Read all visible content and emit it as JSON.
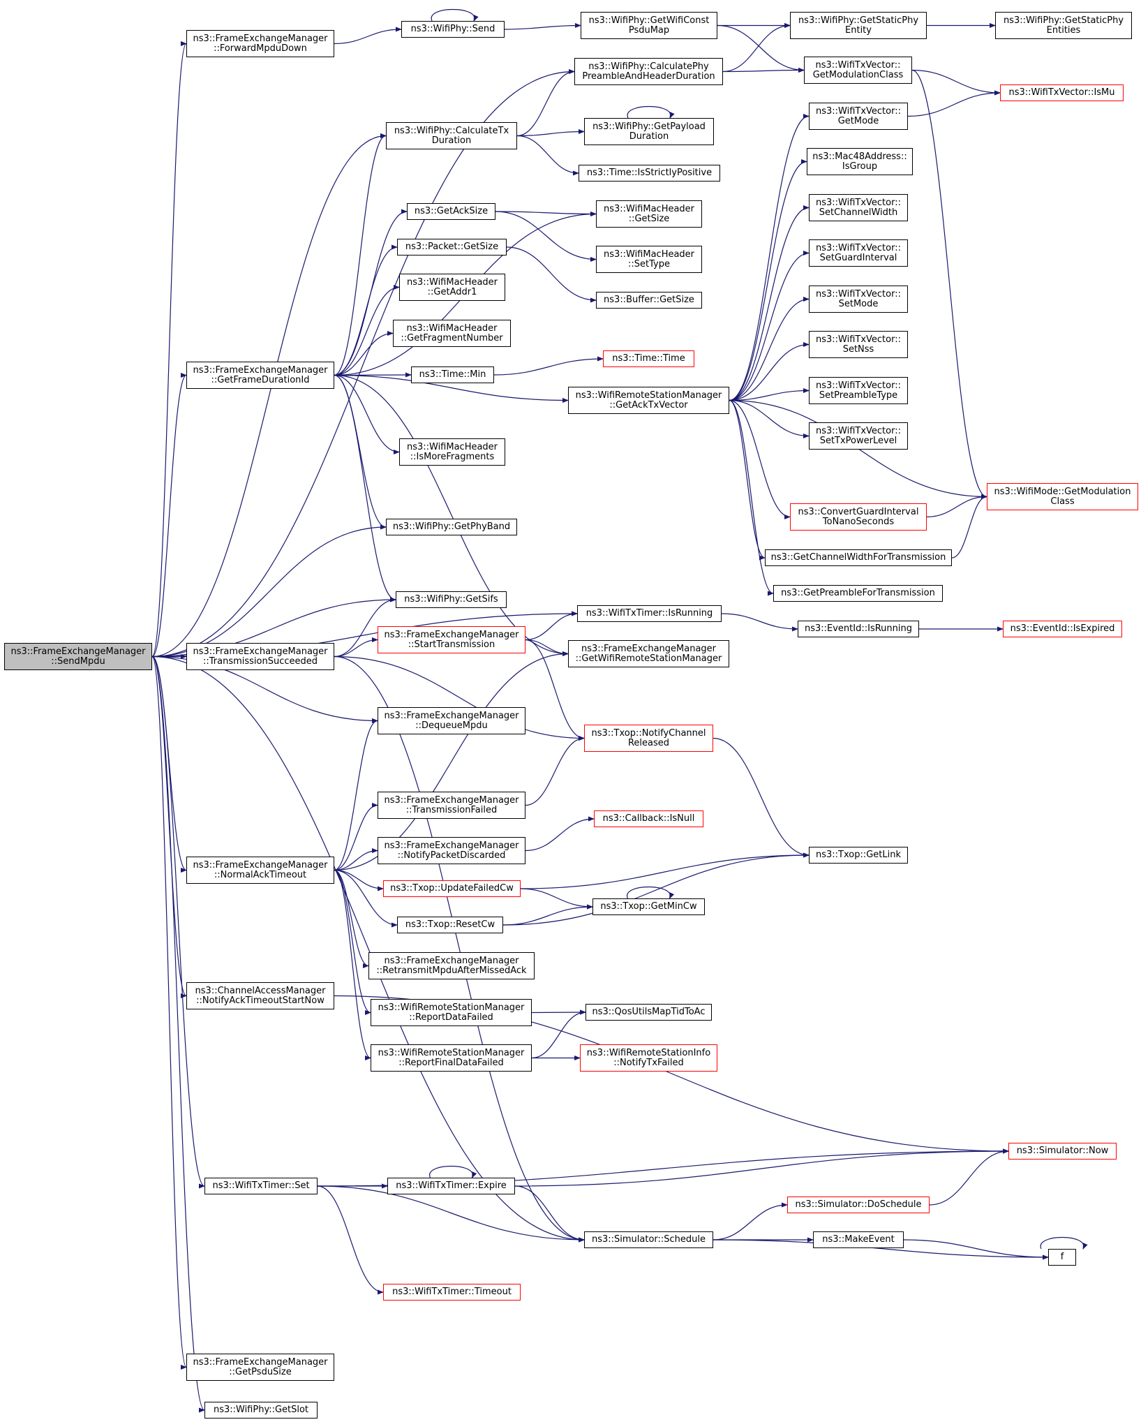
{
  "diagram": {
    "edge_color": "#191970",
    "highlight_fill": "#bfbfbf",
    "external_border_color": "#ff0000",
    "nodes": [
      {
        "id": "sendmpdu",
        "lines": [
          "ns3::FrameExchangeManager",
          "::SendMpdu"
        ],
        "style": "current"
      },
      {
        "id": "fwdmpdudown",
        "lines": [
          "ns3::FrameExchangeManager",
          "::ForwardMpduDown"
        ]
      },
      {
        "id": "wifiphysend",
        "lines": [
          "ns3::WifiPhy::Send"
        ]
      },
      {
        "id": "getwificonstpsdumap",
        "lines": [
          "ns3::WifiPhy::GetWifiConst",
          "PsduMap"
        ]
      },
      {
        "id": "getstaticphyentity",
        "lines": [
          "ns3::WifiPhy::GetStaticPhy",
          "Entity"
        ]
      },
      {
        "id": "getstaticphyentities",
        "lines": [
          "ns3::WifiPhy::GetStaticPhy",
          "Entities"
        ]
      },
      {
        "id": "calcpreamble",
        "lines": [
          "ns3::WifiPhy::CalculatePhy",
          "PreambleAndHeaderDuration"
        ]
      },
      {
        "id": "txvgetmodclass",
        "lines": [
          "ns3::WifiTxVector::",
          "GetModulationClass"
        ]
      },
      {
        "id": "txvismu",
        "lines": [
          "ns3::WifiTxVector::IsMu"
        ],
        "style": "red"
      },
      {
        "id": "calctxduration",
        "lines": [
          "ns3::WifiPhy::CalculateTx",
          "Duration"
        ]
      },
      {
        "id": "getpayloadduration",
        "lines": [
          "ns3::WifiPhy::GetPayload",
          "Duration"
        ]
      },
      {
        "id": "isstrictlypositive",
        "lines": [
          "ns3::Time::IsStrictlyPositive"
        ]
      },
      {
        "id": "txvgetmode",
        "lines": [
          "ns3::WifiTxVector::",
          "GetMode"
        ]
      },
      {
        "id": "macisgroup",
        "lines": [
          "ns3::Mac48Address::",
          "IsGroup"
        ]
      },
      {
        "id": "setchannelwidth",
        "lines": [
          "ns3::WifiTxVector::",
          "SetChannelWidth"
        ]
      },
      {
        "id": "setguardinterval",
        "lines": [
          "ns3::WifiTxVector::",
          "SetGuardInterval"
        ]
      },
      {
        "id": "setmode",
        "lines": [
          "ns3::WifiTxVector::",
          "SetMode"
        ]
      },
      {
        "id": "setnss",
        "lines": [
          "ns3::WifiTxVector::",
          "SetNss"
        ]
      },
      {
        "id": "setpreambletype",
        "lines": [
          "ns3::WifiTxVector::",
          "SetPreambleType"
        ]
      },
      {
        "id": "settxpowerlevel",
        "lines": [
          "ns3::WifiTxVector::",
          "SetTxPowerLevel"
        ]
      },
      {
        "id": "getacksize",
        "lines": [
          "ns3::GetAckSize"
        ]
      },
      {
        "id": "machdrgetsize",
        "lines": [
          "ns3::WifiMacHeader",
          "::GetSize"
        ]
      },
      {
        "id": "packetgetsize",
        "lines": [
          "ns3::Packet::GetSize"
        ]
      },
      {
        "id": "machdrsettype",
        "lines": [
          "ns3::WifiMacHeader",
          "::SetType"
        ]
      },
      {
        "id": "buffergetsize",
        "lines": [
          "ns3::Buffer::GetSize"
        ]
      },
      {
        "id": "getaddr1",
        "lines": [
          "ns3::WifiMacHeader",
          "::GetAddr1"
        ]
      },
      {
        "id": "getfragnum",
        "lines": [
          "ns3::WifiMacHeader",
          "::GetFragmentNumber"
        ]
      },
      {
        "id": "getframedurationid",
        "lines": [
          "ns3::FrameExchangeManager",
          "::GetFrameDurationId"
        ]
      },
      {
        "id": "timemin",
        "lines": [
          "ns3::Time::Min"
        ]
      },
      {
        "id": "timetime",
        "lines": [
          "ns3::Time::Time"
        ],
        "style": "red"
      },
      {
        "id": "getacktxvector",
        "lines": [
          "ns3::WifiRemoteStationManager",
          "::GetAckTxVector"
        ]
      },
      {
        "id": "ismorefragments",
        "lines": [
          "ns3::WifiMacHeader",
          "::IsMoreFragments"
        ]
      },
      {
        "id": "wifimodegetmodclass",
        "lines": [
          "ns3::WifiMode::GetModulation",
          "Class"
        ],
        "style": "red"
      },
      {
        "id": "convertgi",
        "lines": [
          "ns3::ConvertGuardInterval",
          "ToNanoSeconds"
        ],
        "style": "red"
      },
      {
        "id": "getphyband",
        "lines": [
          "ns3::WifiPhy::GetPhyBand"
        ]
      },
      {
        "id": "getchwidthfortx",
        "lines": [
          "ns3::GetChannelWidthForTransmission"
        ]
      },
      {
        "id": "getpreamblefortx",
        "lines": [
          "ns3::GetPreambleForTransmission"
        ]
      },
      {
        "id": "getsifs",
        "lines": [
          "ns3::WifiPhy::GetSifs"
        ]
      },
      {
        "id": "txtimerisrunning",
        "lines": [
          "ns3::WifiTxTimer::IsRunning"
        ]
      },
      {
        "id": "eventidisrunning",
        "lines": [
          "ns3::EventId::IsRunning"
        ]
      },
      {
        "id": "eventidisexpired",
        "lines": [
          "ns3::EventId::IsExpired"
        ],
        "style": "red"
      },
      {
        "id": "txsucceeded",
        "lines": [
          "ns3::FrameExchangeManager",
          "::TransmissionSucceeded"
        ]
      },
      {
        "id": "starttransmission",
        "lines": [
          "ns3::FrameExchangeManager",
          "::StartTransmission"
        ],
        "style": "red"
      },
      {
        "id": "getwifirsm",
        "lines": [
          "ns3::FrameExchangeManager",
          "::GetWifiRemoteStationManager"
        ]
      },
      {
        "id": "dequeuempdu",
        "lines": [
          "ns3::FrameExchangeManager",
          "::DequeueMpdu"
        ]
      },
      {
        "id": "notifychreleased",
        "lines": [
          "ns3::Txop::NotifyChannel",
          "Released"
        ],
        "style": "red"
      },
      {
        "id": "txfailed",
        "lines": [
          "ns3::FrameExchangeManager",
          "::TransmissionFailed"
        ]
      },
      {
        "id": "callbackisnull",
        "lines": [
          "ns3::Callback::IsNull"
        ],
        "style": "red"
      },
      {
        "id": "notifypktdiscarded",
        "lines": [
          "ns3::FrameExchangeManager",
          "::NotifyPacketDiscarded"
        ]
      },
      {
        "id": "txopgetlink",
        "lines": [
          "ns3::Txop::GetLink"
        ]
      },
      {
        "id": "normalacktimeout",
        "lines": [
          "ns3::FrameExchangeManager",
          "::NormalAckTimeout"
        ]
      },
      {
        "id": "updatefailedcw",
        "lines": [
          "ns3::Txop::UpdateFailedCw"
        ],
        "style": "red"
      },
      {
        "id": "getmincw",
        "lines": [
          "ns3::Txop::GetMinCw"
        ]
      },
      {
        "id": "resetcw",
        "lines": [
          "ns3::Txop::ResetCw"
        ]
      },
      {
        "id": "retransmitmpdu",
        "lines": [
          "ns3::FrameExchangeManager",
          "::RetransmitMpduAfterMissedAck"
        ]
      },
      {
        "id": "notifyacktimeoutstart",
        "lines": [
          "ns3::ChannelAccessManager",
          "::NotifyAckTimeoutStartNow"
        ]
      },
      {
        "id": "reportdatafailed",
        "lines": [
          "ns3::WifiRemoteStationManager",
          "::ReportDataFailed"
        ]
      },
      {
        "id": "qosutilsmaptid",
        "lines": [
          "ns3::QosUtilsMapTidToAc"
        ]
      },
      {
        "id": "reportfinaldatafailed",
        "lines": [
          "ns3::WifiRemoteStationManager",
          "::ReportFinalDataFailed"
        ]
      },
      {
        "id": "notifytxfailed",
        "lines": [
          "ns3::WifiRemoteStationInfo",
          "::NotifyTxFailed"
        ],
        "style": "red"
      },
      {
        "id": "simulatornow",
        "lines": [
          "ns3::Simulator::Now"
        ],
        "style": "red"
      },
      {
        "id": "txtimerset",
        "lines": [
          "ns3::WifiTxTimer::Set"
        ]
      },
      {
        "id": "txtimerexpire",
        "lines": [
          "ns3::WifiTxTimer::Expire"
        ]
      },
      {
        "id": "doschedule",
        "lines": [
          "ns3::Simulator::DoSchedule"
        ],
        "style": "red"
      },
      {
        "id": "simschedule",
        "lines": [
          "ns3::Simulator::Schedule"
        ]
      },
      {
        "id": "makeevent",
        "lines": [
          "ns3::MakeEvent"
        ]
      },
      {
        "id": "f",
        "lines": [
          "f"
        ]
      },
      {
        "id": "txtimertimeout",
        "lines": [
          "ns3::WifiTxTimer::Timeout"
        ],
        "style": "red"
      },
      {
        "id": "getpsdusize",
        "lines": [
          "ns3::FrameExchangeManager",
          "::GetPsduSize"
        ]
      },
      {
        "id": "getslot",
        "lines": [
          "ns3::WifiPhy::GetSlot"
        ]
      }
    ],
    "edges": [
      [
        "sendmpdu",
        "fwdmpdudown"
      ],
      [
        "sendmpdu",
        "calcpreamble"
      ],
      [
        "sendmpdu",
        "calctxduration"
      ],
      [
        "sendmpdu",
        "getframedurationid"
      ],
      [
        "sendmpdu",
        "getphyband"
      ],
      [
        "sendmpdu",
        "txtimerisrunning"
      ],
      [
        "sendmpdu",
        "getsifs"
      ],
      [
        "sendmpdu",
        "txsucceeded"
      ],
      [
        "sendmpdu",
        "dequeuempdu"
      ],
      [
        "sendmpdu",
        "normalacktimeout"
      ],
      [
        "sendmpdu",
        "notifyacktimeoutstart"
      ],
      [
        "sendmpdu",
        "txtimerset"
      ],
      [
        "sendmpdu",
        "simschedule"
      ],
      [
        "sendmpdu",
        "getpsdusize"
      ],
      [
        "sendmpdu",
        "getslot"
      ],
      [
        "fwdmpdudown",
        "wifiphysend"
      ],
      [
        "wifiphysend",
        "wifiphysend"
      ],
      [
        "wifiphysend",
        "getwificonstpsdumap"
      ],
      [
        "getwificonstpsdumap",
        "getstaticphyentity"
      ],
      [
        "getwificonstpsdumap",
        "txvgetmodclass"
      ],
      [
        "getstaticphyentity",
        "getstaticphyentities"
      ],
      [
        "calcpreamble",
        "getstaticphyentity"
      ],
      [
        "calcpreamble",
        "txvgetmodclass"
      ],
      [
        "txvgetmodclass",
        "txvismu"
      ],
      [
        "txvgetmodclass",
        "wifimodegetmodclass"
      ],
      [
        "calctxduration",
        "calcpreamble"
      ],
      [
        "calctxduration",
        "getpayloadduration"
      ],
      [
        "calctxduration",
        "isstrictlypositive"
      ],
      [
        "getpayloadduration",
        "getpayloadduration"
      ],
      [
        "txvgetmode",
        "txvismu"
      ],
      [
        "getframedurationid",
        "calctxduration"
      ],
      [
        "getframedurationid",
        "machdrgetsize"
      ],
      [
        "getframedurationid",
        "getacksize"
      ],
      [
        "getframedurationid",
        "packetgetsize"
      ],
      [
        "getframedurationid",
        "getaddr1"
      ],
      [
        "getframedurationid",
        "getfragnum"
      ],
      [
        "getframedurationid",
        "timemin"
      ],
      [
        "getframedurationid",
        "getacktxvector"
      ],
      [
        "getframedurationid",
        "ismorefragments"
      ],
      [
        "getframedurationid",
        "getwifirsm"
      ],
      [
        "getframedurationid",
        "getphyband"
      ],
      [
        "getframedurationid",
        "getsifs"
      ],
      [
        "getacksize",
        "machdrgetsize"
      ],
      [
        "getacksize",
        "machdrsettype"
      ],
      [
        "packetgetsize",
        "buffergetsize"
      ],
      [
        "timemin",
        "timetime"
      ],
      [
        "getacktxvector",
        "txvgetmode"
      ],
      [
        "getacktxvector",
        "macisgroup"
      ],
      [
        "getacktxvector",
        "setchannelwidth"
      ],
      [
        "getacktxvector",
        "setguardinterval"
      ],
      [
        "getacktxvector",
        "setmode"
      ],
      [
        "getacktxvector",
        "setnss"
      ],
      [
        "getacktxvector",
        "setpreambletype"
      ],
      [
        "getacktxvector",
        "settxpowerlevel"
      ],
      [
        "getacktxvector",
        "wifimodegetmodclass"
      ],
      [
        "getacktxvector",
        "convertgi"
      ],
      [
        "getacktxvector",
        "getchwidthfortx"
      ],
      [
        "getacktxvector",
        "getpreamblefortx"
      ],
      [
        "convertgi",
        "wifimodegetmodclass"
      ],
      [
        "getchwidthfortx",
        "wifimodegetmodclass"
      ],
      [
        "txtimerisrunning",
        "eventidisrunning"
      ],
      [
        "eventidisrunning",
        "eventidisexpired"
      ],
      [
        "txsucceeded",
        "getsifs"
      ],
      [
        "txsucceeded",
        "starttransmission"
      ],
      [
        "txsucceeded",
        "notifychreleased"
      ],
      [
        "txsucceeded",
        "simschedule"
      ],
      [
        "starttransmission",
        "txtimerisrunning"
      ],
      [
        "starttransmission",
        "getwifirsm"
      ],
      [
        "starttransmission",
        "notifychreleased"
      ],
      [
        "notifychreleased",
        "txopgetlink"
      ],
      [
        "normalacktimeout",
        "dequeuempdu"
      ],
      [
        "normalacktimeout",
        "getwifirsm"
      ],
      [
        "normalacktimeout",
        "txfailed"
      ],
      [
        "normalacktimeout",
        "notifypktdiscarded"
      ],
      [
        "normalacktimeout",
        "updatefailedcw"
      ],
      [
        "normalacktimeout",
        "resetcw"
      ],
      [
        "normalacktimeout",
        "retransmitmpdu"
      ],
      [
        "normalacktimeout",
        "reportdatafailed"
      ],
      [
        "normalacktimeout",
        "reportfinaldatafailed"
      ],
      [
        "txfailed",
        "notifychreleased"
      ],
      [
        "notifypktdiscarded",
        "callbackisnull"
      ],
      [
        "updatefailedcw",
        "txopgetlink"
      ],
      [
        "updatefailedcw",
        "getmincw"
      ],
      [
        "getmincw",
        "getmincw"
      ],
      [
        "resetcw",
        "getmincw"
      ],
      [
        "resetcw",
        "txopgetlink"
      ],
      [
        "reportdatafailed",
        "qosutilsmaptid"
      ],
      [
        "reportfinaldatafailed",
        "qosutilsmaptid"
      ],
      [
        "reportfinaldatafailed",
        "notifytxfailed"
      ],
      [
        "notifyacktimeoutstart",
        "simulatornow"
      ],
      [
        "txtimerset",
        "simulatornow"
      ],
      [
        "txtimerset",
        "txtimerexpire"
      ],
      [
        "txtimerset",
        "simschedule"
      ],
      [
        "txtimerset",
        "txtimertimeout"
      ],
      [
        "txtimerexpire",
        "txtimerexpire"
      ],
      [
        "txtimerexpire",
        "simulatornow"
      ],
      [
        "txtimerexpire",
        "simschedule"
      ],
      [
        "simschedule",
        "doschedule"
      ],
      [
        "simschedule",
        "makeevent"
      ],
      [
        "simschedule",
        "f"
      ],
      [
        "doschedule",
        "simulatornow"
      ],
      [
        "makeevent",
        "f"
      ],
      [
        "f",
        "f"
      ]
    ]
  }
}
